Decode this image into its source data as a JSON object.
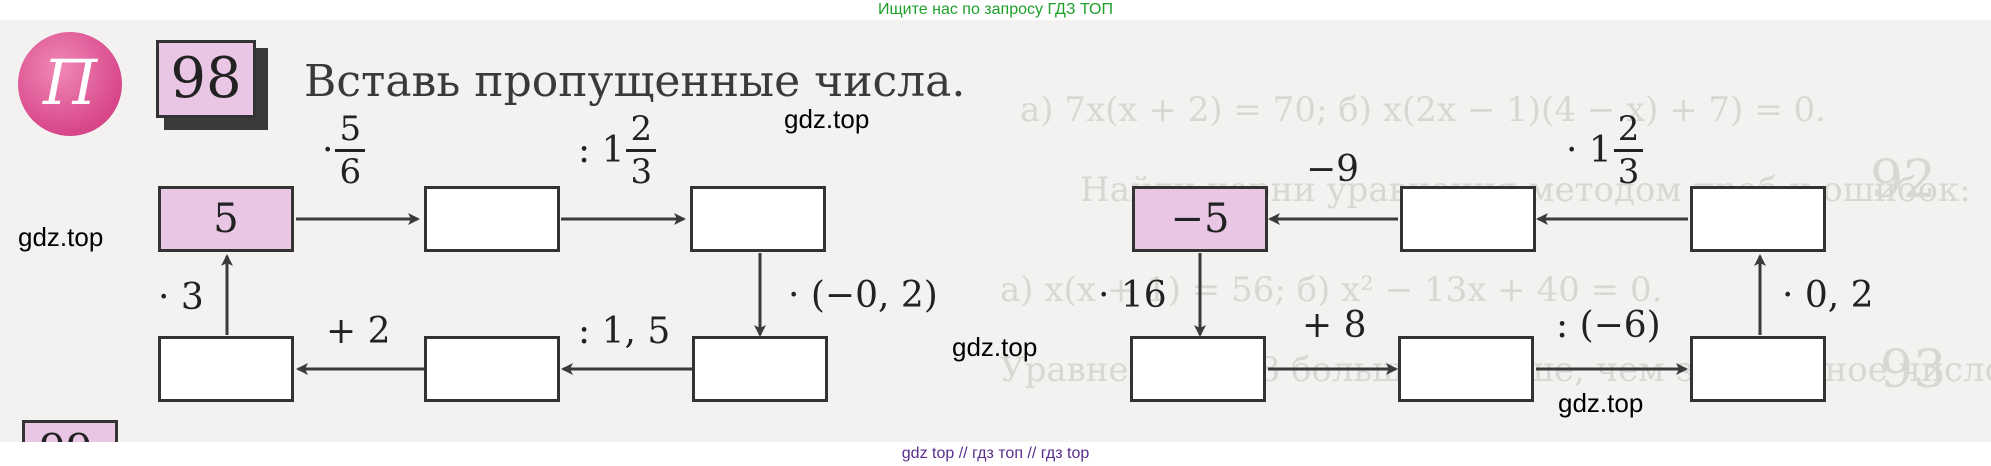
{
  "top_banner": "Ищите нас по запросу ГДЗ ТОП",
  "bottom_banner": "gdz top  //  гдз топ  //  гдз top",
  "badge": {
    "symbol": "П",
    "color": "#d8478a"
  },
  "task": {
    "number": "98",
    "title": "Вставь пропущенные числа."
  },
  "next_task_partial": "99",
  "watermark": "gdz.top",
  "background_text": {
    "line1": "а) 7x(x + 2) = 70;            б) x(2x − 1)(4 − x) + 7) = 0.",
    "line2": "Найди корни уравнения методом проб и ошибок:",
    "line3": "а) x(x + 1) = 56;           б) x² − 13x + 40 = 0.",
    "line4": "Уравнение на 8 больше меньше, чем задуманное число...",
    "side92": "92",
    "side93": "93"
  },
  "left_chain": {
    "boxes": [
      "5",
      "",
      "",
      "",
      "",
      ""
    ],
    "ops": {
      "op1_prefix": "·",
      "op1_num": "5",
      "op1_den": "6",
      "op2_prefix": ": 1",
      "op2_num": "2",
      "op2_den": "3",
      "op3": "· (−0, 2)",
      "op4": ": 1, 5",
      "op5": "+ 2",
      "op6": "· 3"
    }
  },
  "right_chain": {
    "boxes": [
      "−5",
      "",
      "",
      "",
      "",
      ""
    ],
    "ops": {
      "op1_prefix": "· 1",
      "op1_num": "2",
      "op1_den": "3",
      "op2": "−9",
      "op3": "· 16",
      "op4": "+ 8",
      "op5": ": (−6)",
      "op6": "· 0, 2"
    }
  },
  "colors": {
    "box_fill": "#e8c6e4",
    "border": "#333333",
    "arrow": "#3a3a3a"
  }
}
